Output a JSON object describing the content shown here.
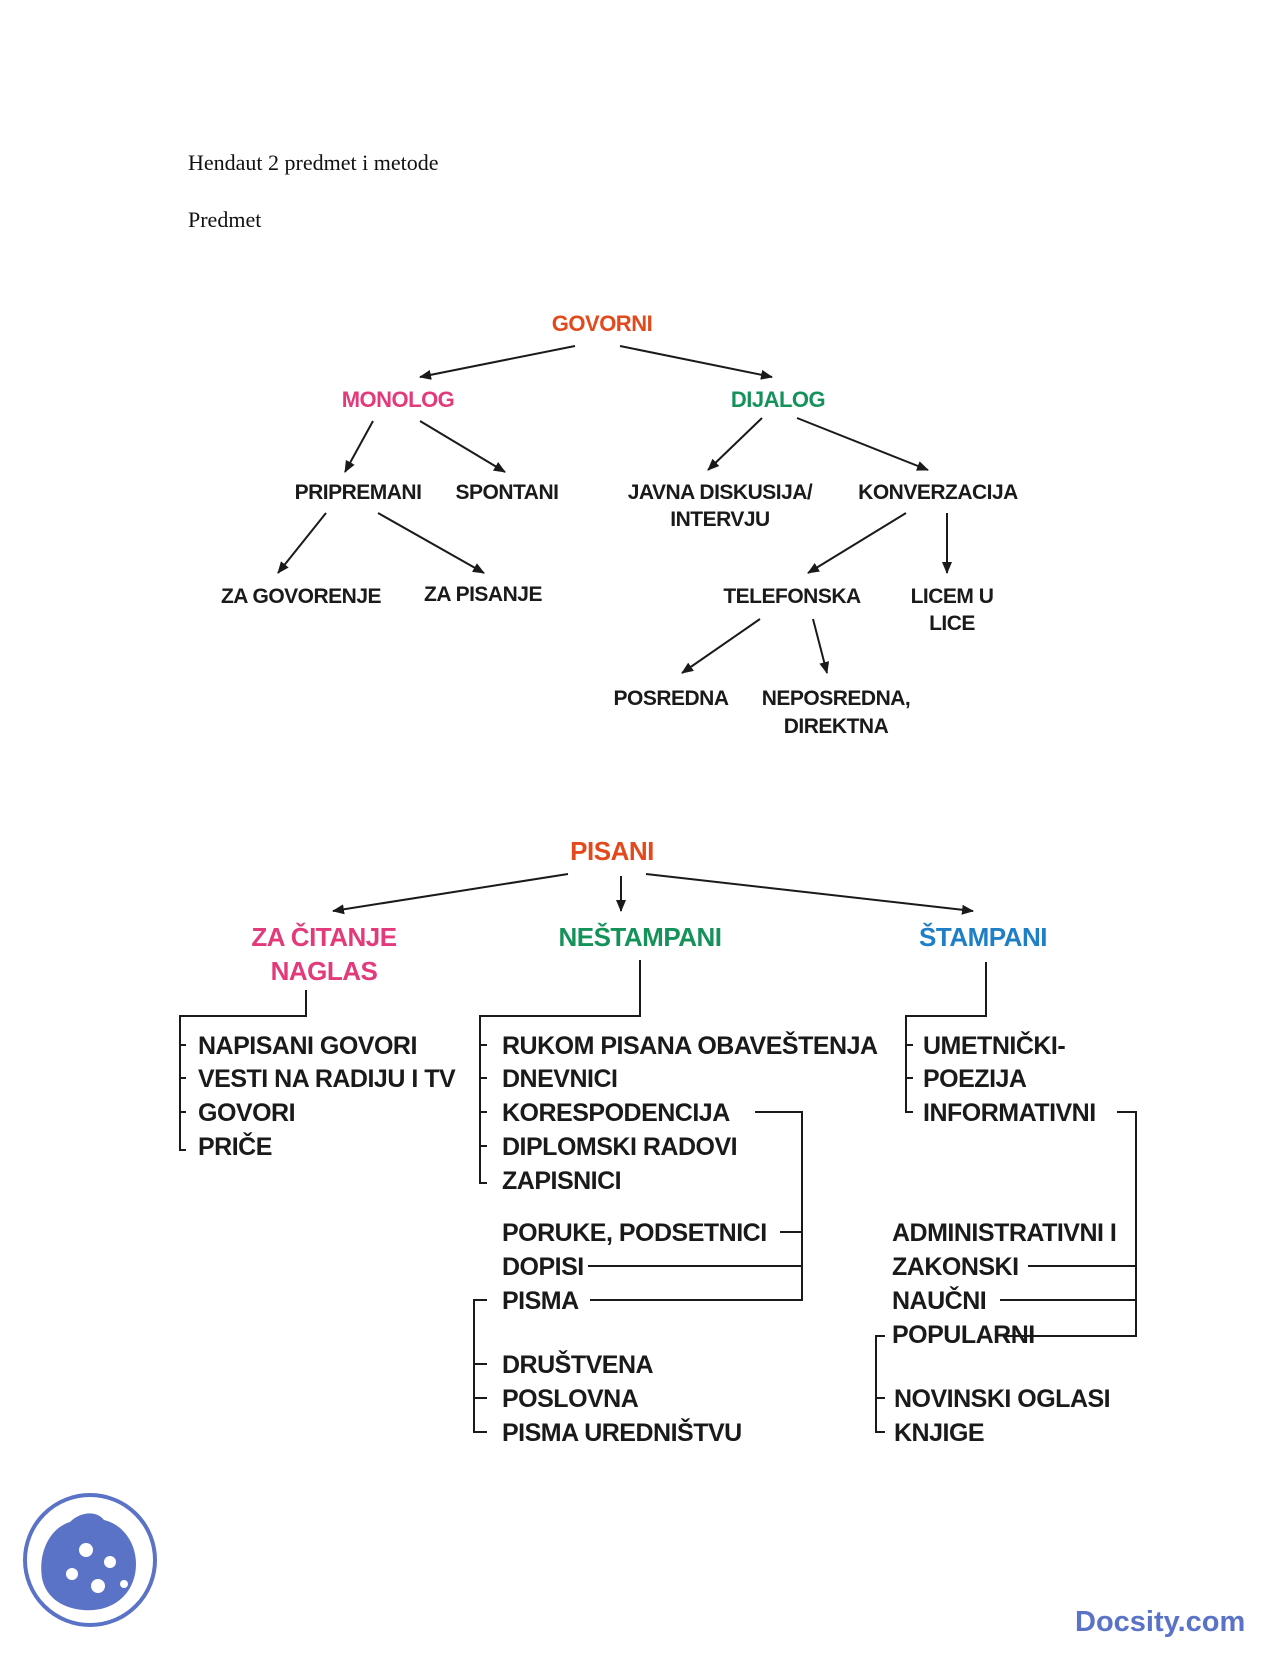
{
  "document": {
    "heading": "Hendaut 2 predmet i metode",
    "section": "Predmet"
  },
  "colors": {
    "root": "#e2491d",
    "pink": "#e23a7a",
    "green": "#14925a",
    "blue": "#1e7fc6",
    "text": "#1a1a1a",
    "brand": "#5b73c6"
  },
  "spoken_tree": {
    "root": "GOVORNI",
    "monolog": "MONOLOG",
    "dijalog": "DIJALOG",
    "pripremani": "PRIPREMANI",
    "spontani": "SPONTANI",
    "javna_diskusija": [
      "JAVNA DISKUSIJA/",
      "INTERVJU"
    ],
    "konverzacija": "KONVERZACIJA",
    "za_govorenje": "ZA GOVORENJE",
    "za_pisanje": "ZA PISANJE",
    "telefonska": "TELEFONSKA",
    "licem_u_lice": [
      "LICEM U",
      "LICE"
    ],
    "posredna": "POSREDNA",
    "neposredna": [
      "NEPOSREDNA,",
      "DIREKTNA"
    ]
  },
  "written_tree": {
    "root": "PISANI",
    "za_citanje": [
      "ZA ČITANJE",
      "NAGLAS"
    ],
    "nestampani": "NEŠTAMPANI",
    "stampani": "ŠTAMPANI",
    "za_citanje_items": [
      "NAPISANI GOVORI",
      "VESTI NA RADIJU I TV",
      "GOVORI",
      "PRIČE"
    ],
    "nestampani_items": [
      "RUKOM PISANA OBAVEŠTENJA",
      "DNEVNICI",
      "KORESPODENCIJA",
      "DIPLOMSKI RADOVI",
      "ZAPISNICI"
    ],
    "korespondencija_items": [
      "PORUKE, PODSETNICI",
      "DOPISI",
      "PISMA"
    ],
    "pisma_items": [
      "DRUŠTVENA",
      "POSLOVNA",
      "PISMA UREDNIŠTVU"
    ],
    "stampani_items": [
      "UMETNIČKI-",
      "POEZIJA",
      "INFORMATIVNI"
    ],
    "informativni_items": [
      "ADMINISTRATIVNI I",
      "ZAKONSKI",
      "NAUČNI",
      "POPULARNI"
    ],
    "popularni_items": [
      "NOVINSKI OGLASI",
      "KNJIGE"
    ]
  },
  "footer": {
    "logo_icon": "docsity-logo-icon",
    "brand_text": "Docsity.com"
  }
}
